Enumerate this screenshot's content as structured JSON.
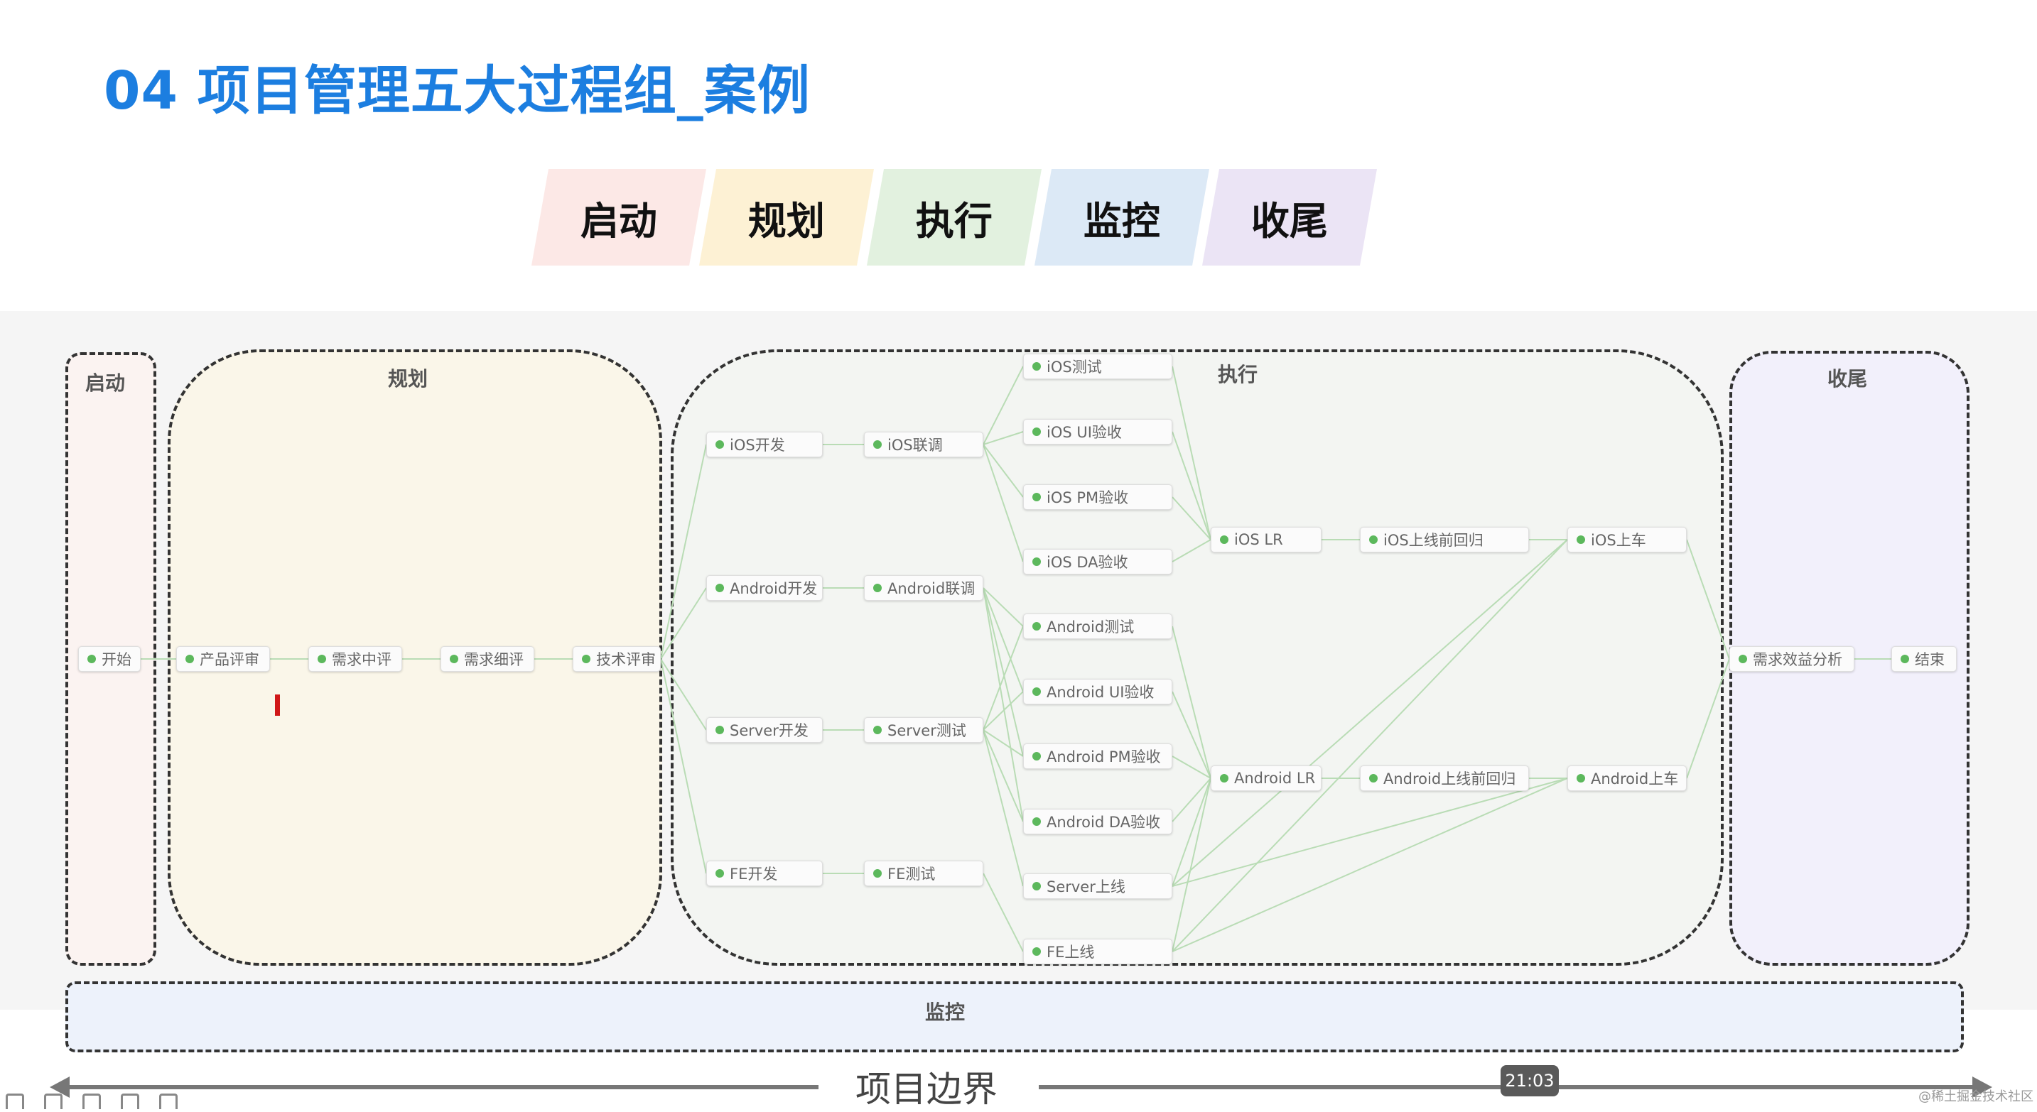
{
  "title": "04 项目管理五大过程组_案例",
  "phases": [
    {
      "label": "启动",
      "color": "#fce8e6"
    },
    {
      "label": "规划",
      "color": "#fdf1d4"
    },
    {
      "label": "执行",
      "color": "#e2f1df"
    },
    {
      "label": "监控",
      "color": "#dce9f6"
    },
    {
      "label": "收尾",
      "color": "#ebe4f5"
    }
  ],
  "regions": {
    "start": "启动",
    "plan": "规划",
    "execute": "执行",
    "close": "收尾",
    "monitor": "监控"
  },
  "nodes": {
    "start": "开始",
    "product_review": "产品评审",
    "req_mid_review": "需求中评",
    "req_detail_review": "需求细评",
    "tech_review": "技术评审",
    "ios_dev": "iOS开发",
    "android_dev": "Android开发",
    "server_dev": "Server开发",
    "fe_dev": "FE开发",
    "ios_integration": "iOS联调",
    "android_integration": "Android联调",
    "server_test": "Server测试",
    "fe_test": "FE测试",
    "ios_test": "iOS测试",
    "ios_ui_accept": "iOS UI验收",
    "ios_pm_accept": "iOS PM验收",
    "ios_da_accept": "iOS DA验收",
    "android_test": "Android测试",
    "android_ui_accept": "Android UI验收",
    "android_pm_accept": "Android PM验收",
    "android_da_accept": "Android DA验收",
    "server_launch": "Server上线",
    "fe_launch": "FE上线",
    "ios_lr": "iOS LR",
    "android_lr": "Android LR",
    "ios_pre_regression": "iOS上线前回归",
    "android_pre_regression": "Android上线前回归",
    "ios_release": "iOS上车",
    "android_release": "Android上车",
    "req_benefit_analysis": "需求效益分析",
    "end": "结束"
  },
  "boundary_label": "项目边界",
  "video_time": "21:03",
  "watermark": "@稀土掘金技术社区",
  "colors": {
    "title": "#1c7ee0",
    "node_dot": "#5cb85c",
    "edge": "#b9dcb5"
  }
}
